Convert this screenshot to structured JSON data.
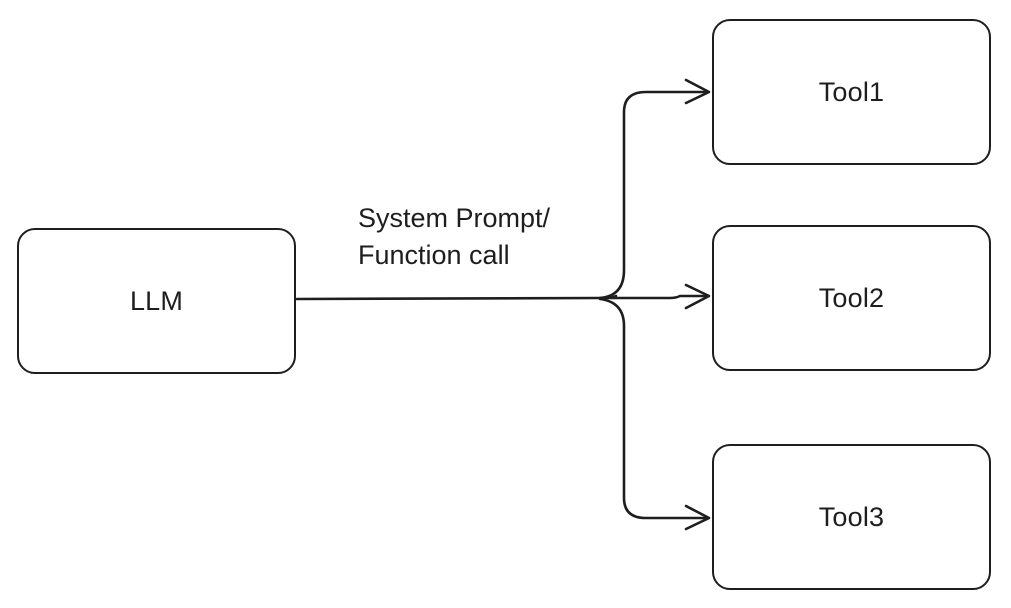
{
  "diagram": {
    "nodes": [
      {
        "id": "llm",
        "label": "LLM"
      },
      {
        "id": "tool1",
        "label": "Tool1"
      },
      {
        "id": "tool2",
        "label": "Tool2"
      },
      {
        "id": "tool3",
        "label": "Tool3"
      }
    ],
    "edge_label": {
      "line1": "System Prompt/",
      "line2": "Function call"
    },
    "edges": [
      {
        "from": "llm",
        "to": "tool1"
      },
      {
        "from": "llm",
        "to": "tool2"
      },
      {
        "from": "llm",
        "to": "tool3"
      }
    ],
    "stroke_color": "#1e1e1e",
    "background_color": "#ffffff"
  }
}
